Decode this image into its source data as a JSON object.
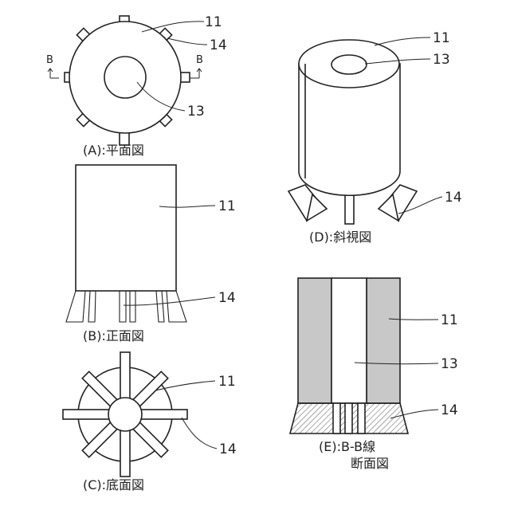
{
  "labels": {
    "body": "11",
    "hole": "13",
    "fin": "14",
    "section_mark": "B"
  },
  "captions": {
    "a": "(A):平面図",
    "b": "(B):正面図",
    "c": "(C):底面図",
    "d": "(D):斜視図",
    "e_line1": "(E):B-B線",
    "e_line2": "断面図"
  },
  "colors": {
    "line": "#222222",
    "section_fill": "#c8c8c8",
    "hatch": "#555555"
  }
}
